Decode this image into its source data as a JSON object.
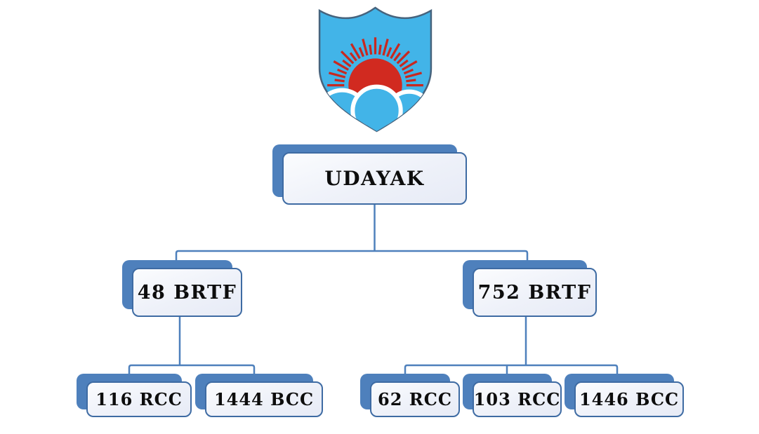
{
  "diagram": {
    "type": "org-chart",
    "root": {
      "label": "UDAYAK",
      "children": [
        {
          "label": "48 BRTF",
          "children": [
            {
              "label": "116 RCC"
            },
            {
              "label": "1444 BCC"
            }
          ]
        },
        {
          "label": "752 BRTF",
          "children": [
            {
              "label": "62 RCC"
            },
            {
              "label": "103 RCC"
            },
            {
              "label": "1446 BCC"
            }
          ]
        }
      ]
    }
  },
  "logo": {
    "name": "udayak-crest",
    "description": "Blue shield crest with red rising sun with rays over white outlined hills",
    "colors": {
      "shield": "#42b4e8",
      "outline": "#46637d",
      "sun": "#d12a20",
      "rays": "#c8281f",
      "hills_stroke": "#ffffff"
    }
  },
  "colors": {
    "background": "#ffffff",
    "box_back": "#4e80bc",
    "box_border": "#3e6ba3",
    "box_fill": "#eef1f9",
    "connector": "#4e80bc",
    "text": "#0d0d0d"
  }
}
